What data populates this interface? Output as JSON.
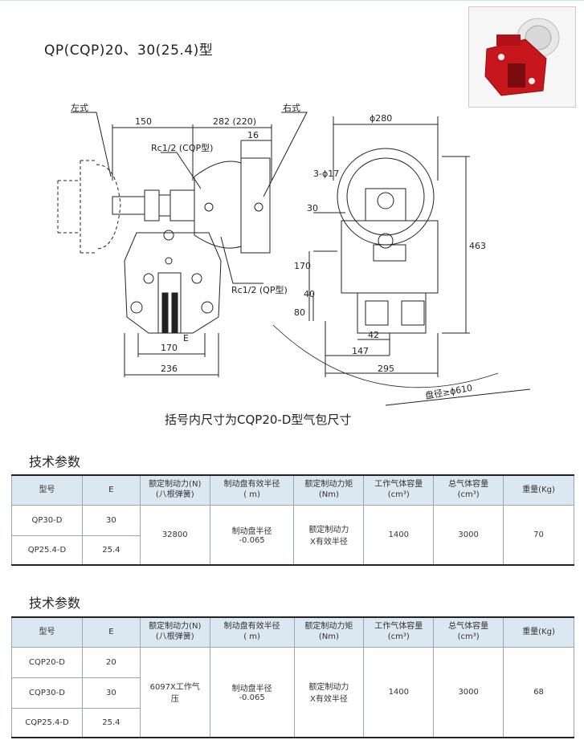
{
  "title": "QP(CQP)20、30(25.4)型",
  "drawing": {
    "labels": {
      "left_style": "左式",
      "right_style": "右式",
      "dim_150": "150",
      "dim_282": "282 (220)",
      "dim_16": "16",
      "rc_cqp": "Rc1/2 (CQP型)",
      "rc_qp": "Rc1/2 (QP型)",
      "dim_170a": "170",
      "dim_236": "236",
      "e_label": "E",
      "phi_280": "ϕ280",
      "phi17": "3-ϕ17",
      "dim_30": "30",
      "dim_463": "463",
      "dim_170b": "170",
      "dim_40": "40",
      "dim_80": "80",
      "dim_42": "42",
      "dim_147": "147",
      "dim_295": "295",
      "disc": "盘径≥ϕ610"
    }
  },
  "note": "括号内尺寸为CQP20-D型气包尺寸",
  "colors": {
    "header_bg": "#dbe7f1",
    "photo_red": "#c8161d"
  },
  "table1": {
    "heading": "技术参数",
    "headers": [
      {
        "l1": "型号",
        "l2": ""
      },
      {
        "l1": "E",
        "l2": ""
      },
      {
        "l1": "额定制动力(N)",
        "l2": "(八根弹簧)"
      },
      {
        "l1": "制动盘有效半径",
        "l2": "( m)"
      },
      {
        "l1": "额定制动力矩",
        "l2": "(Nm)"
      },
      {
        "l1": "工作气体容量",
        "l2": "(cm³)"
      },
      {
        "l1": "总气体容量",
        "l2": "(cm³)"
      },
      {
        "l1": "重量(Kg)",
        "l2": ""
      }
    ],
    "rows": [
      [
        "QP30-D",
        "30"
      ],
      [
        "QP25.4-D",
        "25.4"
      ]
    ],
    "force": "32800",
    "radius_l1": "制动盘半径",
    "radius_l2": "-0.065",
    "torque_l1": "额定制动力",
    "torque_l2": "X有效半径",
    "work_gas": "1400",
    "total_gas": "3000",
    "weight": "70"
  },
  "table2": {
    "heading": "技术参数",
    "headers": [
      {
        "l1": "型号",
        "l2": ""
      },
      {
        "l1": "E",
        "l2": ""
      },
      {
        "l1": "额定制动力(N)",
        "l2": "(八根弹簧)"
      },
      {
        "l1": "制动盘有效半径",
        "l2": "( m)"
      },
      {
        "l1": "额定制动力矩",
        "l2": "(Nm)"
      },
      {
        "l1": "工作气体容量",
        "l2": "(cm³)"
      },
      {
        "l1": "总气体容量",
        "l2": "(cm³)"
      },
      {
        "l1": "重量(Kg)",
        "l2": ""
      }
    ],
    "rows": [
      [
        "CQP20-D",
        "20"
      ],
      [
        "CQP30-D",
        "30"
      ],
      [
        "CQP25.4-D",
        "25.4"
      ]
    ],
    "force_l1": "6097X工作气",
    "force_l2": "压",
    "radius_l1": "制动盘半径",
    "radius_l2": "-0.065",
    "torque_l1": "额定制动力",
    "torque_l2": "X有效半径",
    "work_gas": "1400",
    "total_gas": "3000",
    "weight": "68"
  }
}
